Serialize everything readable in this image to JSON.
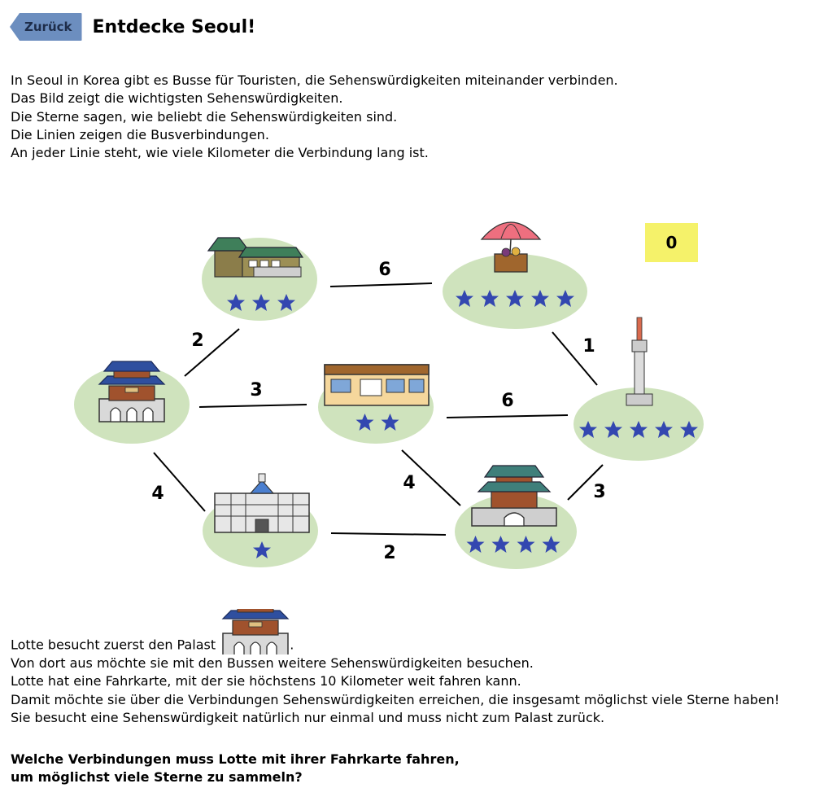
{
  "header": {
    "back_label": "Zurück",
    "title": "Entdecke Seoul!"
  },
  "intro": [
    "In Seoul in Korea gibt es Busse für Touristen, die Sehenswürdigkeiten miteinander verbinden.",
    "Das Bild zeigt die wichtigsten Sehenswürdigkeiten.",
    "Die Sterne sagen, wie beliebt die Sehenswürdigkeiten sind.",
    "Die Linien zeigen die Busverbindungen.",
    "An jeder Linie steht, wie viele Kilometer die Verbindung lang ist."
  ],
  "score": "0",
  "map": {
    "node_color": "#cfe3bd",
    "star_color": "#3347b0",
    "nodes": [
      {
        "id": "palace",
        "icon": "palace-icon",
        "stars": 0
      },
      {
        "id": "hanok",
        "icon": "hanok-village-icon",
        "stars": 3
      },
      {
        "id": "market",
        "icon": "market-stall-icon",
        "stars": 5
      },
      {
        "id": "tower",
        "icon": "tower-icon",
        "stars": 5
      },
      {
        "id": "mall",
        "icon": "shopping-building-icon",
        "stars": 2
      },
      {
        "id": "hall",
        "icon": "city-hall-icon",
        "stars": 1
      },
      {
        "id": "gate",
        "icon": "gate-icon",
        "stars": 4
      }
    ],
    "edges": [
      {
        "from": "palace",
        "to": "hanok",
        "km": "2"
      },
      {
        "from": "hanok",
        "to": "market",
        "km": "6"
      },
      {
        "from": "market",
        "to": "tower",
        "km": "1"
      },
      {
        "from": "palace",
        "to": "mall",
        "km": "3"
      },
      {
        "from": "mall",
        "to": "tower",
        "km": "6"
      },
      {
        "from": "palace",
        "to": "hall",
        "km": "4"
      },
      {
        "from": "mall",
        "to": "gate",
        "km": "4"
      },
      {
        "from": "hall",
        "to": "gate",
        "km": "2"
      },
      {
        "from": "gate",
        "to": "tower",
        "km": "3"
      }
    ]
  },
  "task": {
    "line1_before": "Lotte besucht zuerst den Palast",
    "line1_after": ".",
    "lines": [
      "Von dort aus möchte sie mit den Bussen weitere Sehenswürdigkeiten besuchen.",
      "Lotte hat eine Fahrkarte, mit der sie höchstens 10 Kilometer weit fahren kann.",
      "Damit möchte sie über die Verbindungen Sehenswürdigkeiten erreichen, die insgesamt möglichst viele Sterne haben!",
      "Sie besucht eine Sehenswürdigkeit natürlich nur einmal und muss nicht zum Palast zurück."
    ]
  },
  "question": [
    "Welche Verbindungen muss Lotte mit ihrer Fahrkarte fahren,",
    "um möglichst viele Sterne zu sammeln?"
  ]
}
